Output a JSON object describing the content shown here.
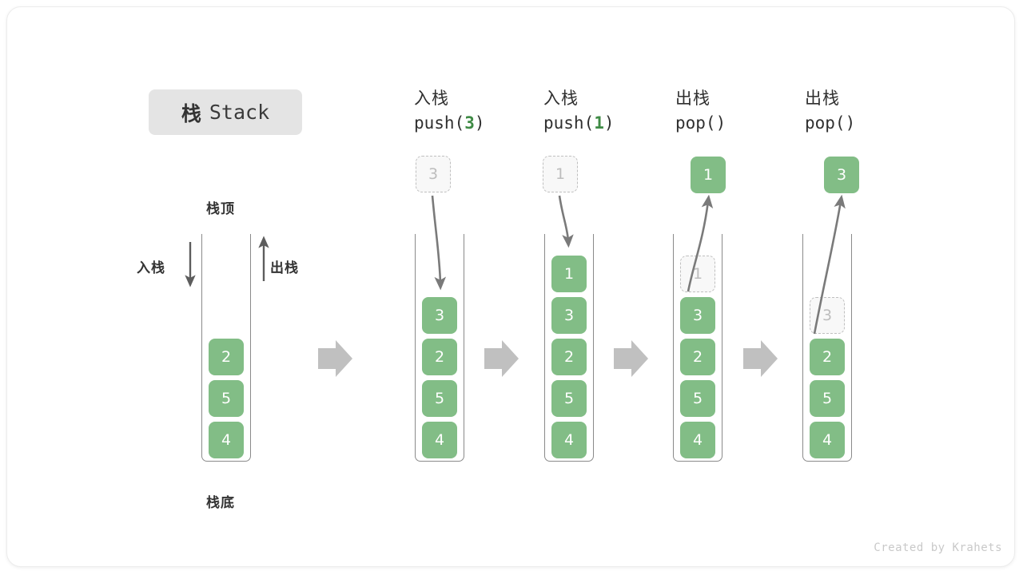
{
  "title": {
    "zh": "栈",
    "en": "Stack"
  },
  "labels": {
    "top": "栈顶",
    "bottom": "栈底",
    "push_side": "入栈",
    "pop_side": "出栈"
  },
  "credit": "Created by Krahets",
  "colors": {
    "cell_fill": "#82bd86",
    "cell_text": "#ffffff",
    "ghost_border": "#bfbfbf",
    "ghost_text": "#bdbdbd",
    "arrow_gray": "#c0c0c0",
    "line_gray": "#7a7a7a",
    "badge_bg": "#e4e4e4",
    "accent_green": "#3f8b45"
  },
  "columns": [
    {
      "id": "initial",
      "header": {
        "line1": "",
        "op": "",
        "arg": ""
      },
      "stack": [
        "4",
        "5",
        "2"
      ],
      "ghost_in_stack": null,
      "float_cell": null,
      "float_cell_kind": null
    },
    {
      "id": "push3",
      "header": {
        "line1": "入栈",
        "op": "push(",
        "arg": "3",
        "op_end": ")"
      },
      "stack": [
        "4",
        "5",
        "2",
        "3"
      ],
      "ghost_in_stack": null,
      "float_cell": "3",
      "float_cell_kind": "ghost"
    },
    {
      "id": "push1",
      "header": {
        "line1": "入栈",
        "op": "push(",
        "arg": "1",
        "op_end": ")"
      },
      "stack": [
        "4",
        "5",
        "2",
        "3",
        "1"
      ],
      "ghost_in_stack": null,
      "float_cell": "1",
      "float_cell_kind": "ghost"
    },
    {
      "id": "pop1",
      "header": {
        "line1": "出栈",
        "op": "pop(",
        "arg": "",
        "op_end": ")"
      },
      "stack": [
        "4",
        "5",
        "2",
        "3"
      ],
      "ghost_in_stack": "1",
      "float_cell": "1",
      "float_cell_kind": "filled"
    },
    {
      "id": "pop3",
      "header": {
        "line1": "出栈",
        "op": "pop(",
        "arg": "",
        "op_end": ")"
      },
      "stack": [
        "4",
        "5",
        "2"
      ],
      "ghost_in_stack": "3",
      "float_cell": "3",
      "float_cell_kind": "filled"
    }
  ]
}
